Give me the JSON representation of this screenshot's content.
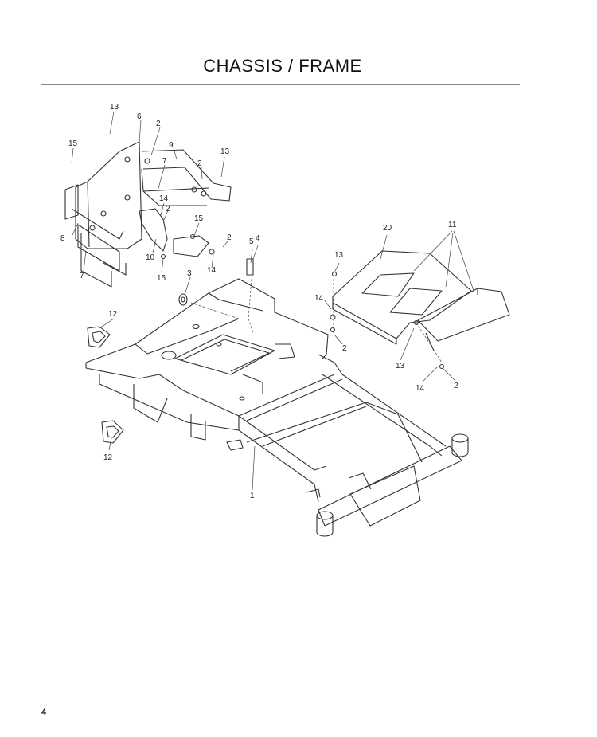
{
  "header": {
    "title": "CHASSIS / FRAME"
  },
  "diagram": {
    "callouts": {
      "c1": "1",
      "c2a": "2",
      "c2b": "2",
      "c2c": "2",
      "c2d": "2",
      "c2e": "2",
      "c2f": "2",
      "c3": "3",
      "c4": "4",
      "c5": "5",
      "c6": "6",
      "c7": "7",
      "c7b": "7",
      "c8": "8",
      "c9": "9",
      "c10": "10",
      "c11": "11",
      "c12a": "12",
      "c12b": "12",
      "c13a": "13",
      "c13b": "13",
      "c13c": "13",
      "c13d": "13",
      "c14a": "14",
      "c14b": "14",
      "c14c": "14",
      "c14d": "14",
      "c15a": "15",
      "c15b": "15",
      "c15c": "15",
      "c20": "20"
    }
  },
  "footer": {
    "page_number": "4"
  }
}
